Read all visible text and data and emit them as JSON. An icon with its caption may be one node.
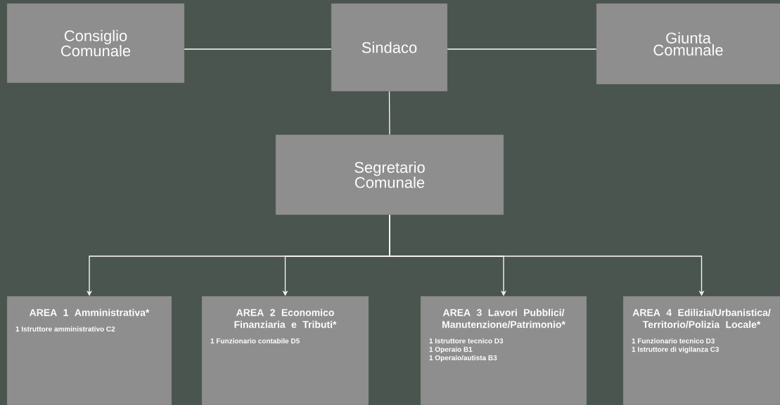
{
  "diagram": {
    "nodes": [
      {
        "text": [
          "Consiglio Comunale"
        ]
      },
      {
        "text": [
          "Sindaco"
        ]
      },
      {
        "text": [
          "Giunta Comunale"
        ]
      },
      {
        "text": [
          "Segretario Comunale"
        ]
      },
      {
        "text": [
          "AREA 1 Amministrativa*",
          "1 Istruttore amministrativo C2"
        ]
      },
      {
        "text": [
          "AREA 2 Economico Finanziaria e Tributi*",
          "1 Funzionario contabile D5"
        ]
      },
      {
        "text": [
          "AREA 3 Lavori Pubblici/Manutenzione/Patrimonio*",
          "1 Istruttore tecnico D3",
          "1 Operaio B1",
          "1 Operaio/autista B3"
        ]
      },
      {
        "text": [
          "AREA 4 Edilizia/Urbanistica/Territorio/Polizia Locale*",
          "1 Funzionario tecnico D3",
          "1 Istruttore di vigilanza C3"
        ]
      }
    ],
    "edges": [
      {
        "from": 0,
        "to": 1,
        "arrow": "none"
      },
      {
        "from": 1,
        "to": 2,
        "arrow": "none"
      },
      {
        "from": 1,
        "to": 3,
        "arrow": "none"
      },
      {
        "from": 3,
        "to": 4,
        "arrow": "to"
      },
      {
        "from": 3,
        "to": 5,
        "arrow": "to"
      },
      {
        "from": 3,
        "to": 6,
        "arrow": "to"
      },
      {
        "from": 3,
        "to": 7,
        "arrow": "to"
      }
    ]
  }
}
